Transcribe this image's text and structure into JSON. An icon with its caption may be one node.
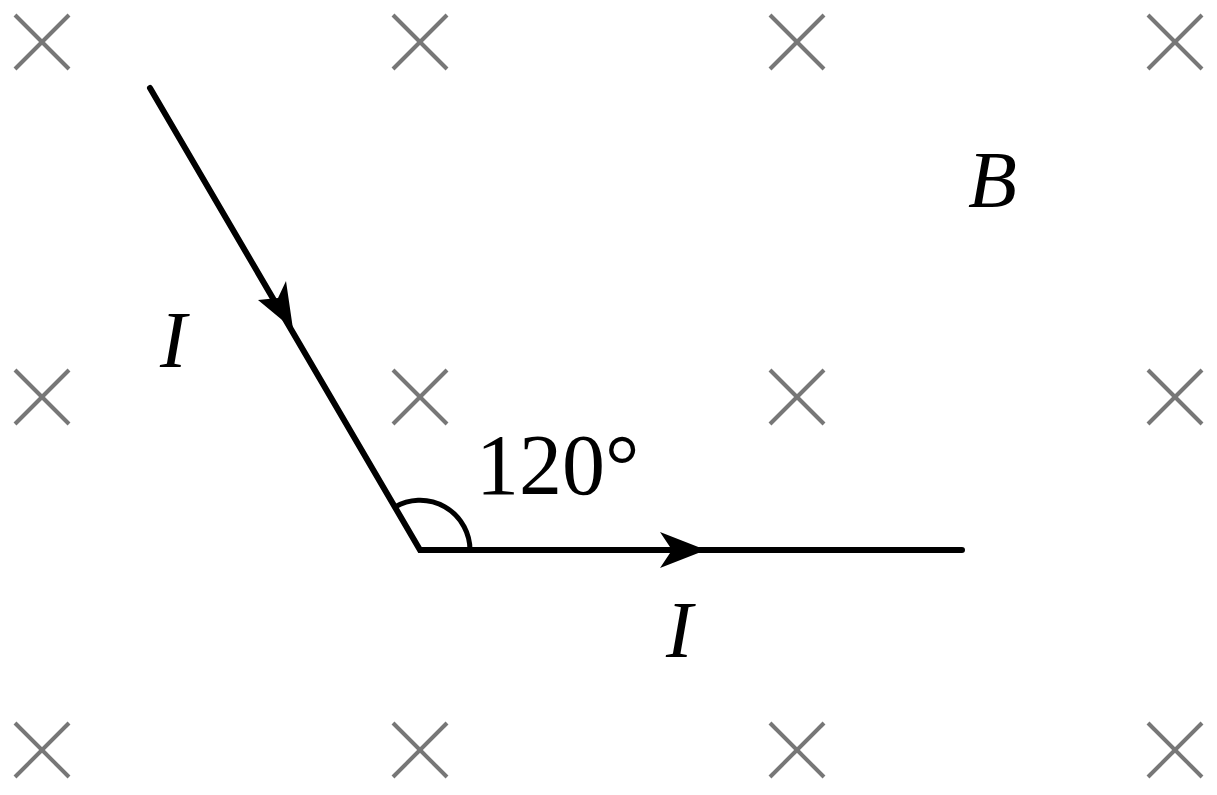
{
  "diagram": {
    "labels": [
      "B",
      "I",
      "120°",
      "I"
    ]
  }
}
